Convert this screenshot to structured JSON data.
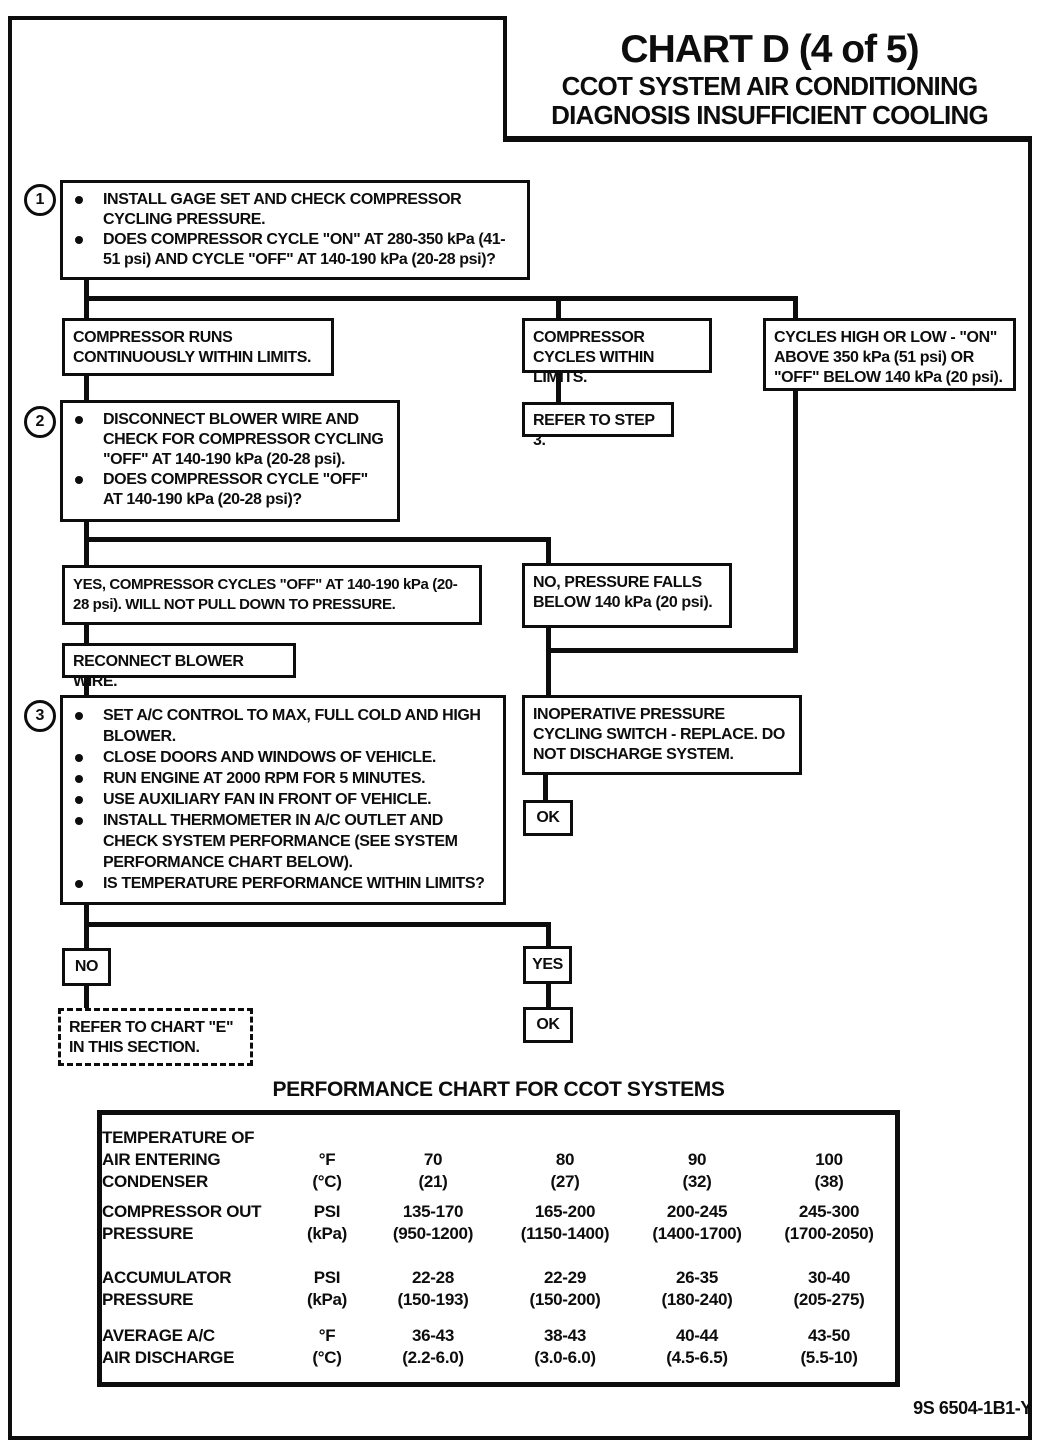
{
  "header": {
    "title": "CHART D (4 of 5)",
    "subtitle_line1": "CCOT SYSTEM AIR CONDITIONING",
    "subtitle_line2": "DIAGNOSIS INSUFFICIENT COOLING"
  },
  "flowchart": {
    "step1": {
      "number": "1",
      "bullets": [
        "INSTALL GAGE SET AND CHECK COMPRESSOR CYCLING PRESSURE.",
        "DOES COMPRESSOR CYCLE \"ON\" AT 280-350 kPa (41-51 psi) AND CYCLE \"OFF\" AT 140-190 kPa (20-28 psi)?"
      ]
    },
    "branch_runs_continuously": "COMPRESSOR RUNS CONTINUOUSLY WITHIN LIMITS.",
    "branch_cycles_within_limits": "COMPRESSOR CYCLES WITHIN LIMITS.",
    "branch_cycles_high_low": "CYCLES HIGH OR LOW - \"ON\" ABOVE 350 kPa (51 psi) OR \"OFF\" BELOW 140 kPa (20 psi).",
    "refer_to_step3": "REFER TO STEP 3.",
    "step2": {
      "number": "2",
      "bullets": [
        "DISCONNECT BLOWER WIRE AND CHECK FOR COMPRESSOR CYCLING \"OFF\" AT 140-190 kPa (20-28 psi).",
        "DOES COMPRESSOR CYCLE \"OFF\" AT 140-190 kPa (20-28 psi)?"
      ]
    },
    "yes_cycles_off": "YES, COMPRESSOR CYCLES \"OFF\" AT 140-190 kPa (20-28 psi).  WILL NOT PULL DOWN TO PRESSURE.",
    "no_pressure_falls": "NO, PRESSURE FALLS BELOW 140 kPa (20 psi).",
    "reconnect_blower": "RECONNECT BLOWER WIRE.",
    "step3": {
      "number": "3",
      "bullets": [
        "SET A/C CONTROL TO MAX, FULL COLD AND HIGH BLOWER.",
        "CLOSE DOORS AND WINDOWS OF VEHICLE.",
        "RUN ENGINE AT 2000 RPM FOR 5 MINUTES.",
        "USE AUXILIARY FAN IN FRONT OF VEHICLE.",
        "INSTALL THERMOMETER IN A/C OUTLET AND CHECK SYSTEM PERFORMANCE (SEE SYSTEM PERFORMANCE CHART BELOW).",
        "IS TEMPERATURE PERFORMANCE WITHIN LIMITS?"
      ]
    },
    "inoperative_switch": "INOPERATIVE PRESSURE CYCLING SWITCH - REPLACE.  DO NOT DISCHARGE SYSTEM.",
    "ok_label_1": "OK",
    "no_label": "NO",
    "yes_label": "YES",
    "refer_chart_e": "REFER TO CHART \"E\" IN THIS SECTION.",
    "ok_label_2": "OK"
  },
  "performance_chart": {
    "type": "table",
    "title": "PERFORMANCE CHART FOR CCOT SYSTEMS",
    "rows": [
      {
        "label": [
          "TEMPERATURE OF",
          "AIR ENTERING",
          "CONDENSER"
        ],
        "unit": [
          "°F",
          "(°C)"
        ],
        "values": [
          [
            "70",
            "(21)"
          ],
          [
            "80",
            "(27)"
          ],
          [
            "90",
            "(32)"
          ],
          [
            "100",
            "(38)"
          ]
        ]
      },
      {
        "label": [
          "COMPRESSOR OUT",
          "PRESSURE"
        ],
        "unit": [
          "PSI",
          "(kPa)"
        ],
        "values": [
          [
            "135-170",
            "(950-1200)"
          ],
          [
            "165-200",
            "(1150-1400)"
          ],
          [
            "200-245",
            "(1400-1700)"
          ],
          [
            "245-300",
            "(1700-2050)"
          ]
        ]
      },
      {
        "label": [
          "ACCUMULATOR",
          "PRESSURE"
        ],
        "unit": [
          "PSI",
          "(kPa)"
        ],
        "values": [
          [
            "22-28",
            "(150-193)"
          ],
          [
            "22-29",
            "(150-200)"
          ],
          [
            "26-35",
            "(180-240)"
          ],
          [
            "30-40",
            "(205-275)"
          ]
        ]
      },
      {
        "label": [
          "AVERAGE A/C",
          "AIR DISCHARGE"
        ],
        "unit": [
          "°F",
          "(°C)"
        ],
        "values": [
          [
            "36-43",
            "(2.2-6.0)"
          ],
          [
            "38-43",
            "(3.0-6.0)"
          ],
          [
            "40-44",
            "(4.5-6.5)"
          ],
          [
            "43-50",
            "(5.5-10)"
          ]
        ]
      }
    ]
  },
  "footer": {
    "doc_code": "9S 6504-1B1-Y"
  }
}
